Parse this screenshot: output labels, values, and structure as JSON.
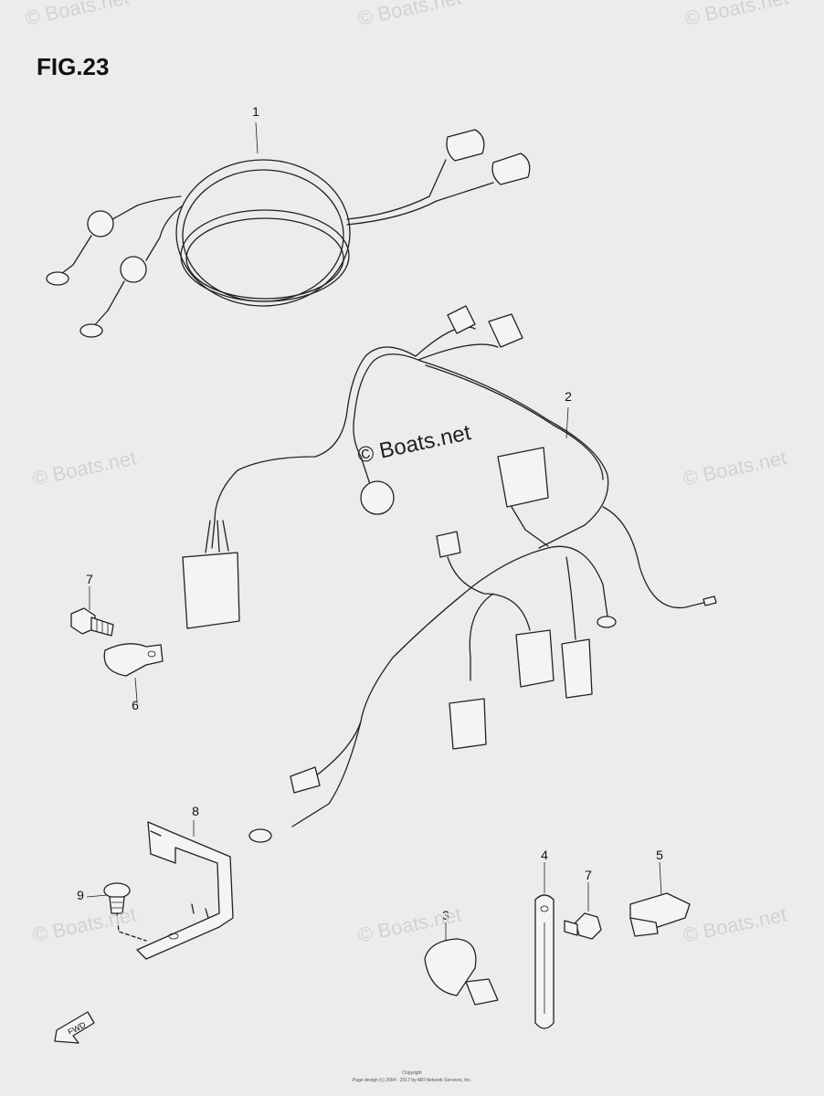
{
  "figure_title": "FIG.23",
  "callouts": {
    "c1": "1",
    "c2": "2",
    "c3": "3",
    "c4": "4",
    "c5": "5",
    "c6": "6",
    "c7a": "7",
    "c7b": "7",
    "c8": "8",
    "c9": "9"
  },
  "watermark": "© Boats.net",
  "watermark_center": "© Boats.net",
  "fwd_label": "FWD",
  "footer": {
    "line1": "Copyright",
    "line2": "Page design (c) 2004 - 2017 by ARI Network Services, Inc."
  }
}
